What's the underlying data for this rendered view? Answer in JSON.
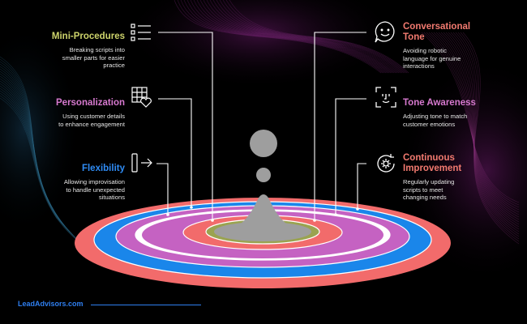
{
  "brand": {
    "name": "LeadAdvisors.com",
    "color": "#2f7ff0"
  },
  "items": [
    {
      "title": "Mini-Procedures",
      "description": [
        "Breaking scripts into",
        "smaller parts for easier",
        "practice"
      ],
      "color": "#cdd36b",
      "icon": "checklist-icon"
    },
    {
      "title": "Personalization",
      "description": [
        "Using customer details",
        "to enhance engagement"
      ],
      "color": "#d779cf",
      "icon": "table-heart-icon"
    },
    {
      "title": "Flexibility",
      "description": [
        "Allowing improvisation",
        "to handle unexpected",
        "situations"
      ],
      "color": "#2f8cf5",
      "icon": "arrow-right-box-icon"
    },
    {
      "title": [
        "Conversational",
        "Tone"
      ],
      "description": [
        "Avoiding robotic",
        "language for genuine",
        "interactions"
      ],
      "color": "#f27a70",
      "icon": "chat-smile-icon"
    },
    {
      "title": "Tone Awareness",
      "description": [
        "Adjusting tone to match",
        "customer emotions"
      ],
      "color": "#d779cf",
      "icon": "face-scan-icon"
    },
    {
      "title": [
        "Continuous",
        "Improvement"
      ],
      "description": [
        "Regularly updating",
        "scripts to meet",
        "changing needs"
      ],
      "color": "#f27a70",
      "icon": "gear-cycle-icon"
    }
  ],
  "rings": [
    {
      "color": "#f26b6b"
    },
    {
      "color": "#1a86ea"
    },
    {
      "color": "#c562c2"
    },
    {
      "color": "#ffffff"
    },
    {
      "color": "#c562c2"
    },
    {
      "color": "#f26b6b"
    },
    {
      "color": "#9aa350"
    },
    {
      "color": "#9e9e9e"
    }
  ]
}
